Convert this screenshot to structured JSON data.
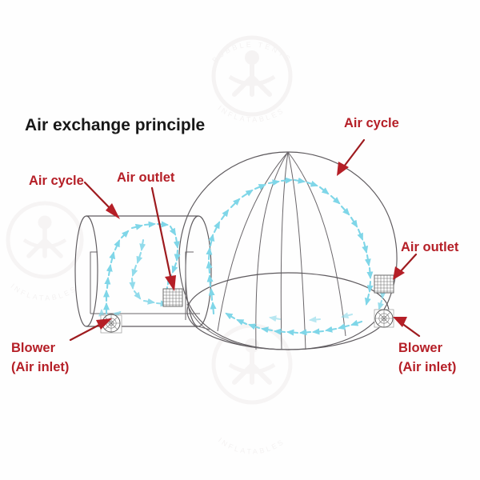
{
  "page": {
    "title": "Air exchange principle",
    "background_color": "#fefefe"
  },
  "colors": {
    "title": "#181818",
    "label_red": "#b51f27",
    "leader_red": "#9e1b1f",
    "airflow_cyan": "#7fd6e8",
    "structure_gray": "#5e5a5e",
    "watermark": "#f4f2f2"
  },
  "labels": {
    "title": "Air exchange principle",
    "air_cycle_left": "Air cycle",
    "air_outlet_left": "Air outlet",
    "air_cycle_right": "Air cycle",
    "air_outlet_right": "Air outlet",
    "blower_left_line1": "Blower",
    "blower_left_line2": "(Air inlet)",
    "blower_right_line1": "Blower",
    "blower_right_line2": "(Air inlet)"
  },
  "watermark": {
    "top_text": "BUBBLE TENTS",
    "top_sub": "INFLATABLES",
    "bottom_text": "BUBBLE TENTS",
    "bottom_sub": "INFLATABLES",
    "left_text": "INFLATABLES"
  },
  "diagram": {
    "type": "technical-illustration",
    "subject": "Inflatable bubble tent with tunnel entrance",
    "components": [
      {
        "id": "dome",
        "name": "bubble-dome",
        "description": "Transparent spherical dome with 5 meridian seams and base ellipse"
      },
      {
        "id": "tunnel",
        "name": "entrance-tunnel",
        "description": "Cylindrical tunnel corridor attached to dome left side"
      },
      {
        "id": "vent-tunnel",
        "name": "air-outlet-vent-tunnel",
        "description": "Mesh grid air outlet on tunnel wall"
      },
      {
        "id": "vent-dome",
        "name": "air-outlet-vent-dome",
        "description": "Mesh grid air outlet on dome right side"
      },
      {
        "id": "blower-tunnel",
        "name": "blower-tunnel",
        "description": "Circular blower fan at tunnel base, air inlet"
      },
      {
        "id": "blower-dome",
        "name": "blower-dome",
        "description": "Circular blower fan at dome base right, air inlet"
      }
    ],
    "airflow": [
      {
        "path": "tunnel-loop",
        "direction": "up-over-down",
        "color": "#7fd6e8"
      },
      {
        "path": "dome-left-meridian",
        "direction": "upward",
        "color": "#7fd6e8"
      },
      {
        "path": "dome-right-meridian",
        "direction": "downward",
        "color": "#7fd6e8"
      },
      {
        "path": "dome-base-ring",
        "direction": "leftward",
        "color": "#7fd6e8"
      }
    ]
  }
}
